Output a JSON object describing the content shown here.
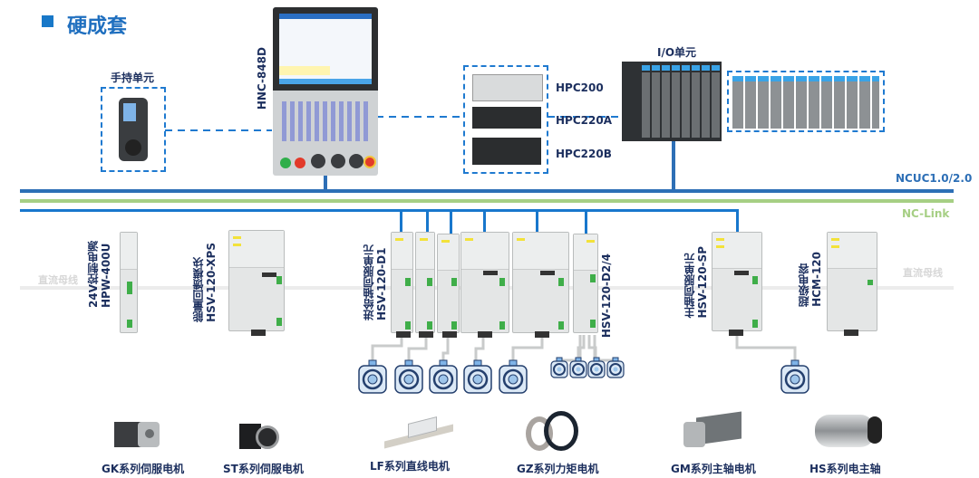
{
  "header": {
    "title": "硬成套"
  },
  "top_units": {
    "handheld": {
      "label": "手持单元"
    },
    "cnc": {
      "label": "HNC-848D"
    },
    "hpc": {
      "items": [
        "HPC200",
        "HPC220A",
        "HPC220B"
      ]
    },
    "io": {
      "label": "I/O单元"
    }
  },
  "buses": {
    "ncuc": {
      "label": "NCUC1.0/2.0",
      "color": "#2d6fb6"
    },
    "nclink": {
      "label": "NC-Link",
      "color": "#a6cf84"
    },
    "dc_bus": {
      "label_left": "直流母线",
      "label_right": "直流母线"
    }
  },
  "drive_units": [
    {
      "name": "24V控制电源",
      "model": "HPW-400U"
    },
    {
      "name": "能量回馈模块",
      "model": "HSV-120-XPS"
    },
    {
      "name": "进给轴伺服单元",
      "model": "HSV-120-D1"
    },
    {
      "name": "",
      "model": "HSV-120-D2/4"
    },
    {
      "name": "主轴伺服单元",
      "model": "HSV-120-SP"
    },
    {
      "name": "超级电容",
      "model": "HCM-120"
    }
  ],
  "products": [
    {
      "label": "GK系列伺服电机",
      "icon": "servo-motor-icon"
    },
    {
      "label": "ST系列伺服电机",
      "icon": "servo-motor-icon"
    },
    {
      "label": "LF系列直线电机",
      "icon": "linear-motor-icon"
    },
    {
      "label": "GZ系列力矩电机",
      "icon": "torque-motor-icon"
    },
    {
      "label": "GM系列主轴电机",
      "icon": "spindle-motor-icon"
    },
    {
      "label": "HS系列电主轴",
      "icon": "electric-spindle-icon"
    }
  ]
}
